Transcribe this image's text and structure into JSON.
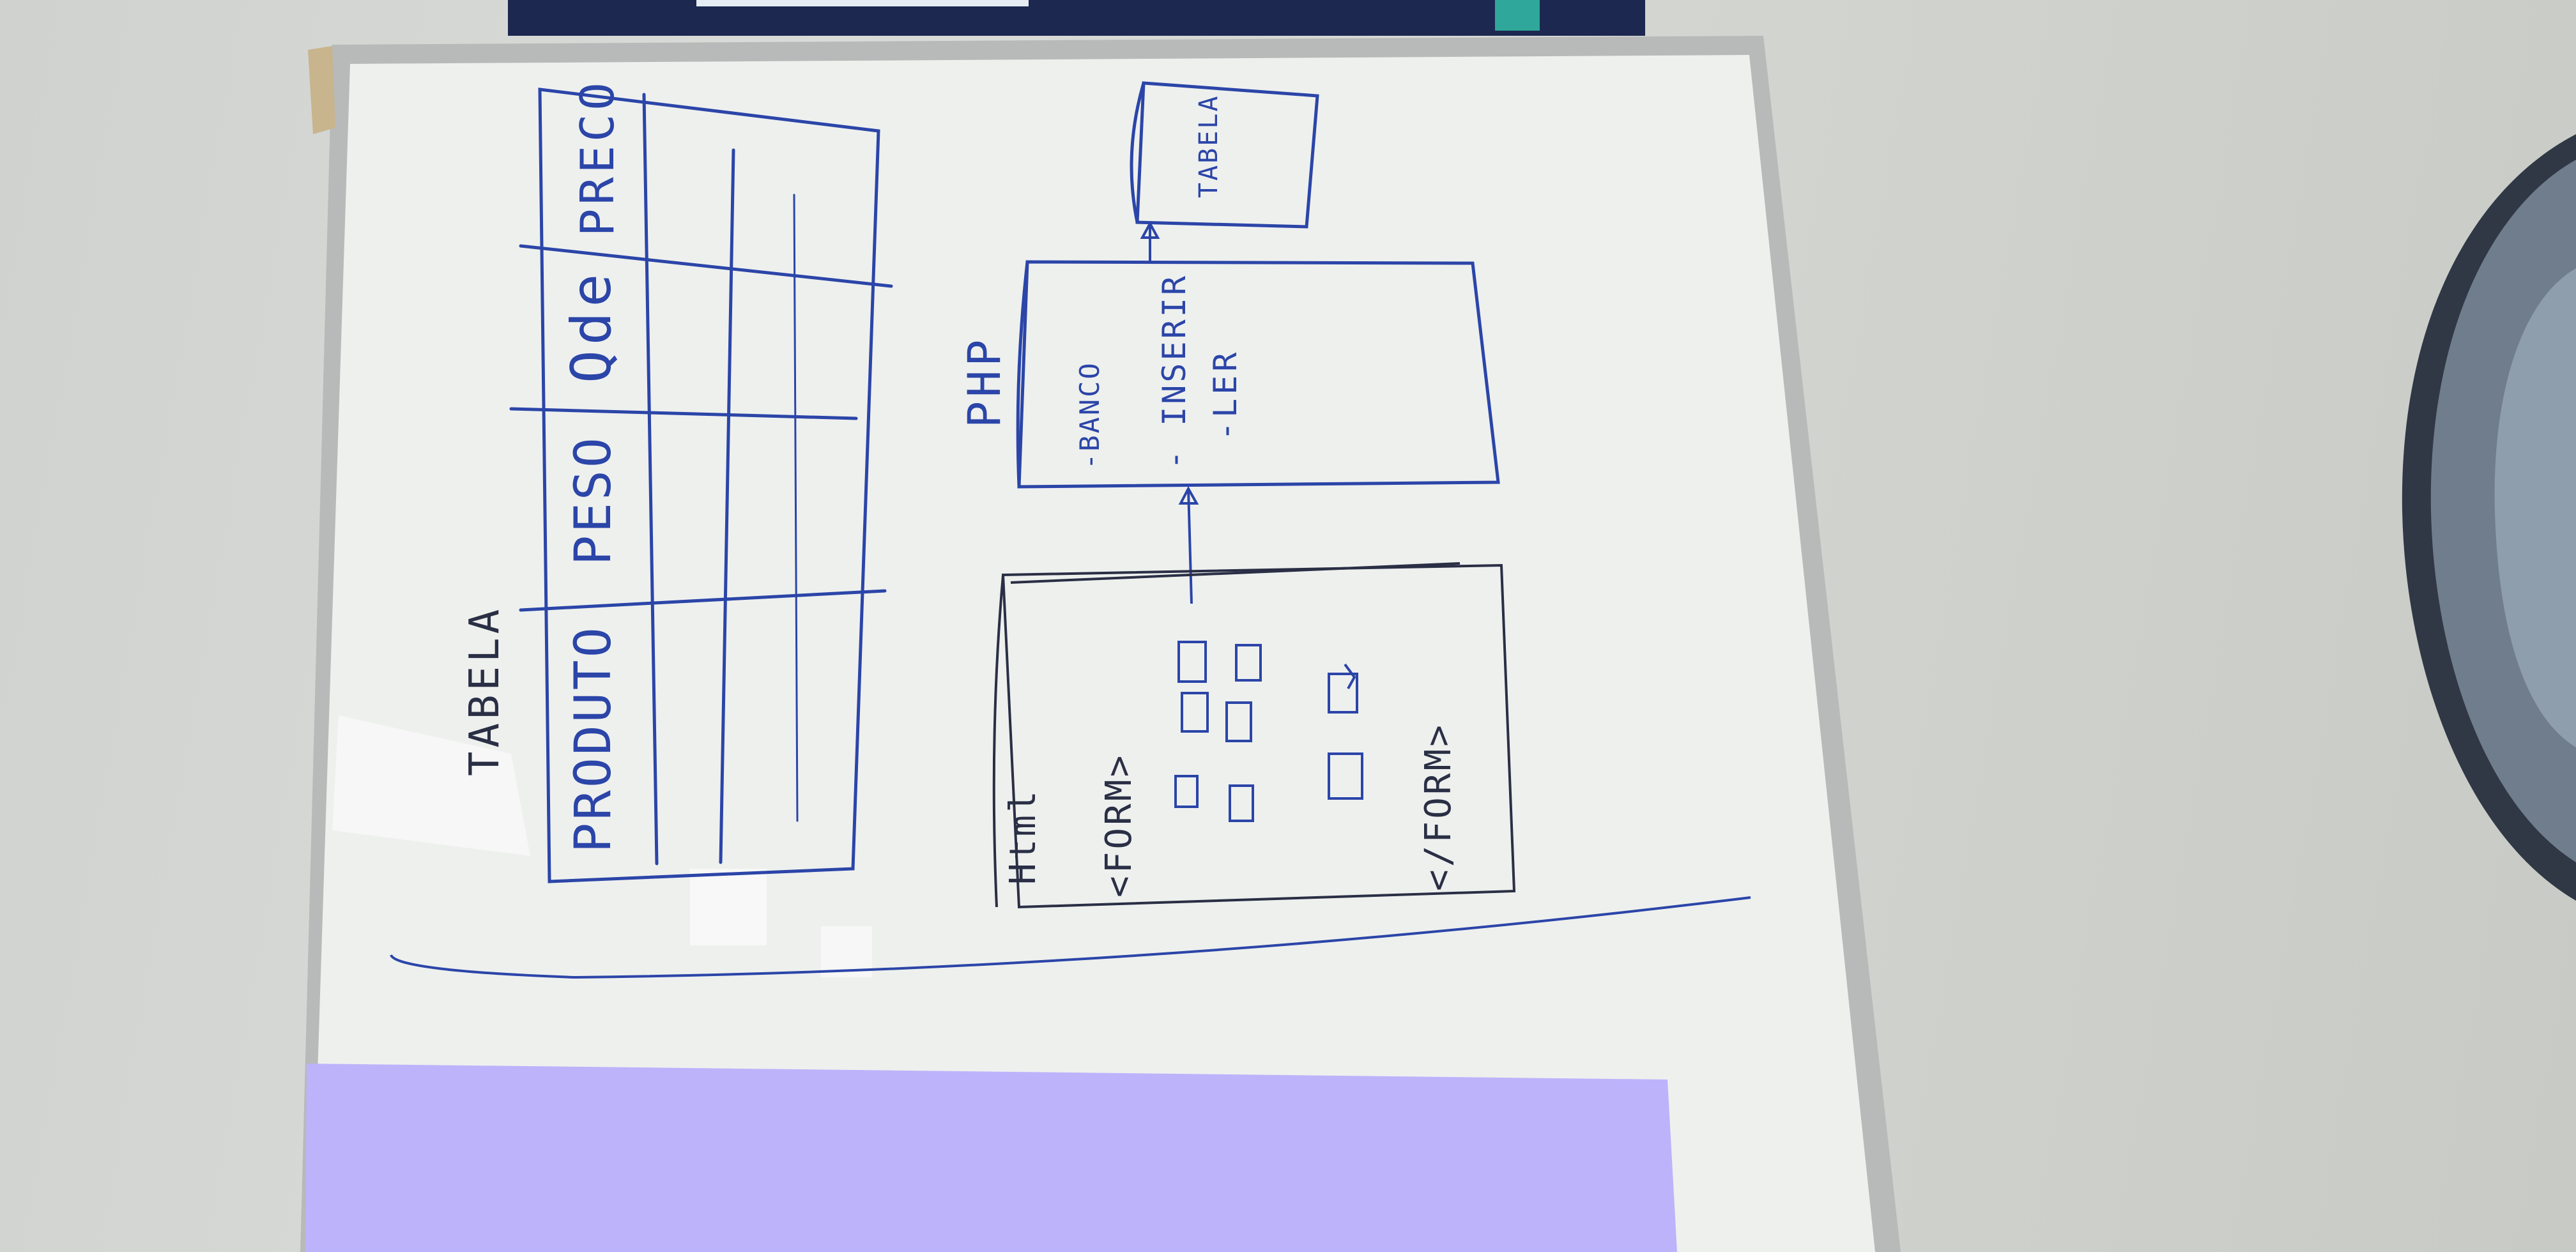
{
  "photo": {
    "subject": "whiteboard-sketch",
    "colors": {
      "wall": "#d3d5d1",
      "board": "#eef0ee",
      "frame": "#b7bab9",
      "blue_marker": "#2b45a8",
      "black_marker": "#2a2f45",
      "projector_light": "#bdb3fb",
      "poster": "#1d2850",
      "lamp": "#3a4552"
    }
  },
  "whiteboard": {
    "table_title": "TABELA",
    "table_headers": [
      "PRODUTO",
      "PESO",
      "Qde",
      "PRECO"
    ],
    "php_label": "PHP",
    "php_items": [
      "-BANCO",
      "- INSERIR",
      "-LER"
    ],
    "db_box_label": "TABELA",
    "html_label": "Html",
    "form_open": "<FORM>",
    "form_close": "</FORM>"
  }
}
